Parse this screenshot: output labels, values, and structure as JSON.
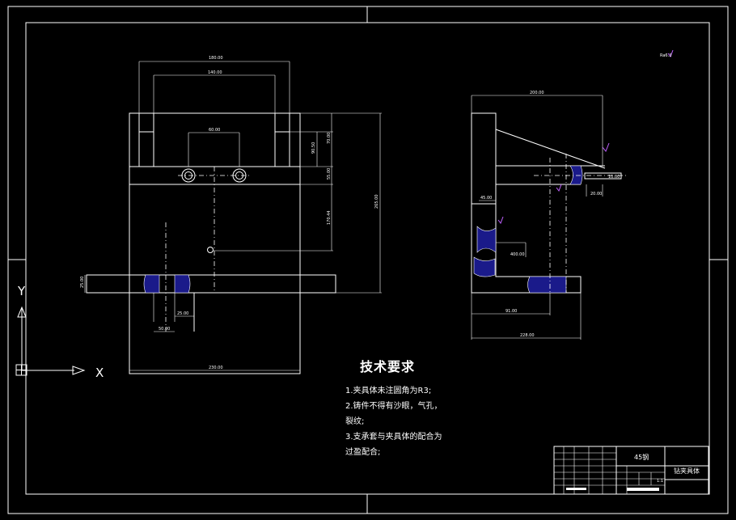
{
  "drawing": {
    "roughness_symbol": "Ra6.3",
    "front_view_dims": [
      "180.00",
      "140.00",
      "60.00",
      "90.50",
      "70.00",
      "55.00",
      "170.44",
      "265.00",
      "25.00",
      "25.00",
      "50.00",
      "230.00"
    ],
    "side_view_dims": [
      "200.00",
      "45.00",
      "20.00",
      "400.00",
      "91.00",
      "228.00",
      "10.00"
    ]
  },
  "tech_requirements": {
    "title": "技术要求",
    "lines": [
      "1.夹具体未注圆角为R3;",
      "2.铸件不得有沙眼，气孔，",
      "裂纹;",
      "3.支承套与夹具体的配合为",
      "过盈配合;"
    ]
  },
  "title_block": {
    "material": "45钢",
    "part_name": "钻夹具体",
    "scale_mark": "1:1"
  },
  "ucs": {
    "y_label": "Y",
    "x_label": "X"
  }
}
